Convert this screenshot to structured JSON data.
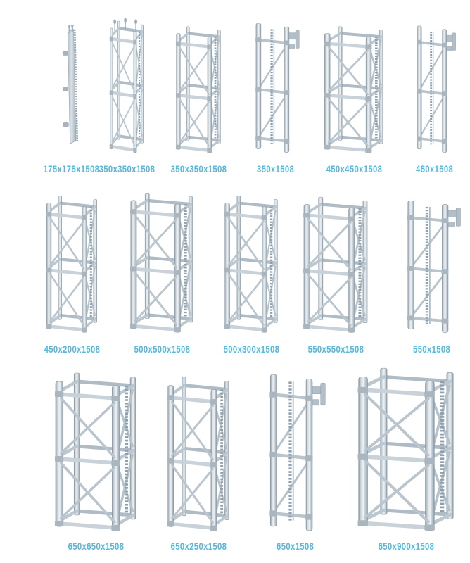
{
  "colors": {
    "label": "#56b7dc",
    "metal_light": "#eef1f3",
    "metal_mid": "#b9c5cd",
    "metal_dark": "#8fa0ac"
  },
  "catalog": {
    "rows": [
      {
        "items": [
          {
            "label": "175x175x1508"
          },
          {
            "label": "350x350x1508"
          },
          {
            "label": "350x350x1508"
          },
          {
            "label": "350x1508"
          },
          {
            "label": "450x450x1508"
          },
          {
            "label": "450x1508"
          }
        ]
      },
      {
        "items": [
          {
            "label": "450x200x1508"
          },
          {
            "label": "500x500x1508"
          },
          {
            "label": "500x300x1508"
          },
          {
            "label": "550x550x1508"
          },
          {
            "label": "550x1508"
          }
        ]
      },
      {
        "items": [
          {
            "label": "650x650x1508"
          },
          {
            "label": "650x250x1508"
          },
          {
            "label": "650x1508"
          },
          {
            "label": "650x900x1508"
          }
        ]
      }
    ]
  }
}
